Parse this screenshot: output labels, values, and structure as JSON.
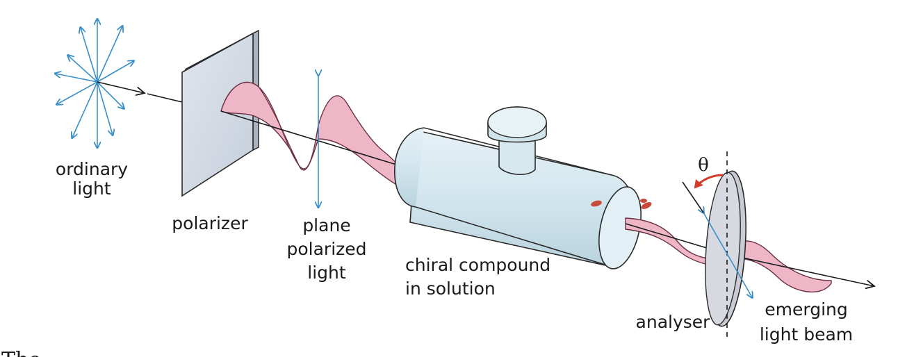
{
  "labels": {
    "ordinary_light_1": "ordinary",
    "ordinary_light_2": "light",
    "polarizer": "polarizer",
    "plane_polarized_1": "plane",
    "plane_polarized_2": "polarized",
    "plane_polarized_3": "light",
    "chiral_1": "chiral compound",
    "chiral_2": "in solution",
    "theta": "θ",
    "analyser": "analyser",
    "emerging_1": "emerging",
    "emerging_2": "light beam",
    "cutoff_text": "The ..."
  },
  "colors": {
    "arrow_blue": "#3a8fc9",
    "wave_pink": "#eeb6c6",
    "wave_stroke": "#6a3040",
    "tube_fill": "#d3e6ee",
    "analyser_fill": "#c9ccd4",
    "rotation_arrow": "#d33c2a"
  },
  "icons": [
    "starburst-arrows-icon",
    "polarizer-plate-icon",
    "sample-tube-icon",
    "analyser-disc-icon",
    "rotation-arrow-icon"
  ]
}
